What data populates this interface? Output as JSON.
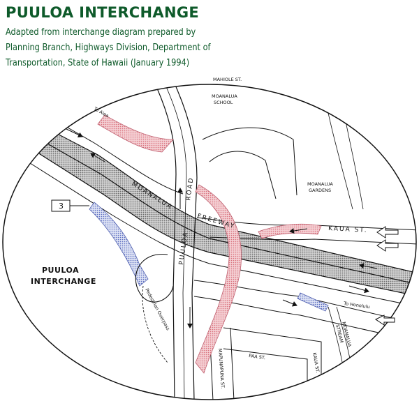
{
  "title": "PUULOA INTERCHANGE",
  "subtitle_lines": [
    "Adapted from interchange diagram prepared by",
    "Planning Branch, Highways Division, Department of",
    "Transportation, State of Hawaii (January 1994)"
  ],
  "map_labels": {
    "mahiole_st": "MAHIOLE ST.",
    "moanalua_school": [
      "MOANALUA",
      "SCHOOL"
    ],
    "moanalua_gardens": [
      "MOANALUA",
      "GARDENS"
    ],
    "kaua_st": "KAUA ST.",
    "to_aiea": "To Aiea",
    "moanalua": "MOANALUA",
    "road": "ROAD",
    "freeway": "FREEWAY",
    "puuloa": "PUULOA",
    "marker": "3",
    "interchange_label": [
      "PUULOA",
      "INTERCHANGE"
    ],
    "pedestrian_overpass": "Pedestrian Overpass",
    "to_honolulu": "To Honolulu",
    "moanalua_stream": [
      "MOANALUA",
      "STREAM"
    ],
    "paa_st": "PAA ST.",
    "kaua_st_vertical": "KAUA ST.",
    "mapunapuna_st": "MAPUNAPUNA ST."
  },
  "colors": {
    "title_green": "#0e5a2a",
    "ramp_red": "#e8a0a8",
    "ramp_blue": "#7d8fd0",
    "freeway_grey": "#9a9a9a",
    "line": "#111111"
  },
  "icons": [
    "outline-arrow-left",
    "outline-arrow-right",
    "direction-arrow"
  ]
}
